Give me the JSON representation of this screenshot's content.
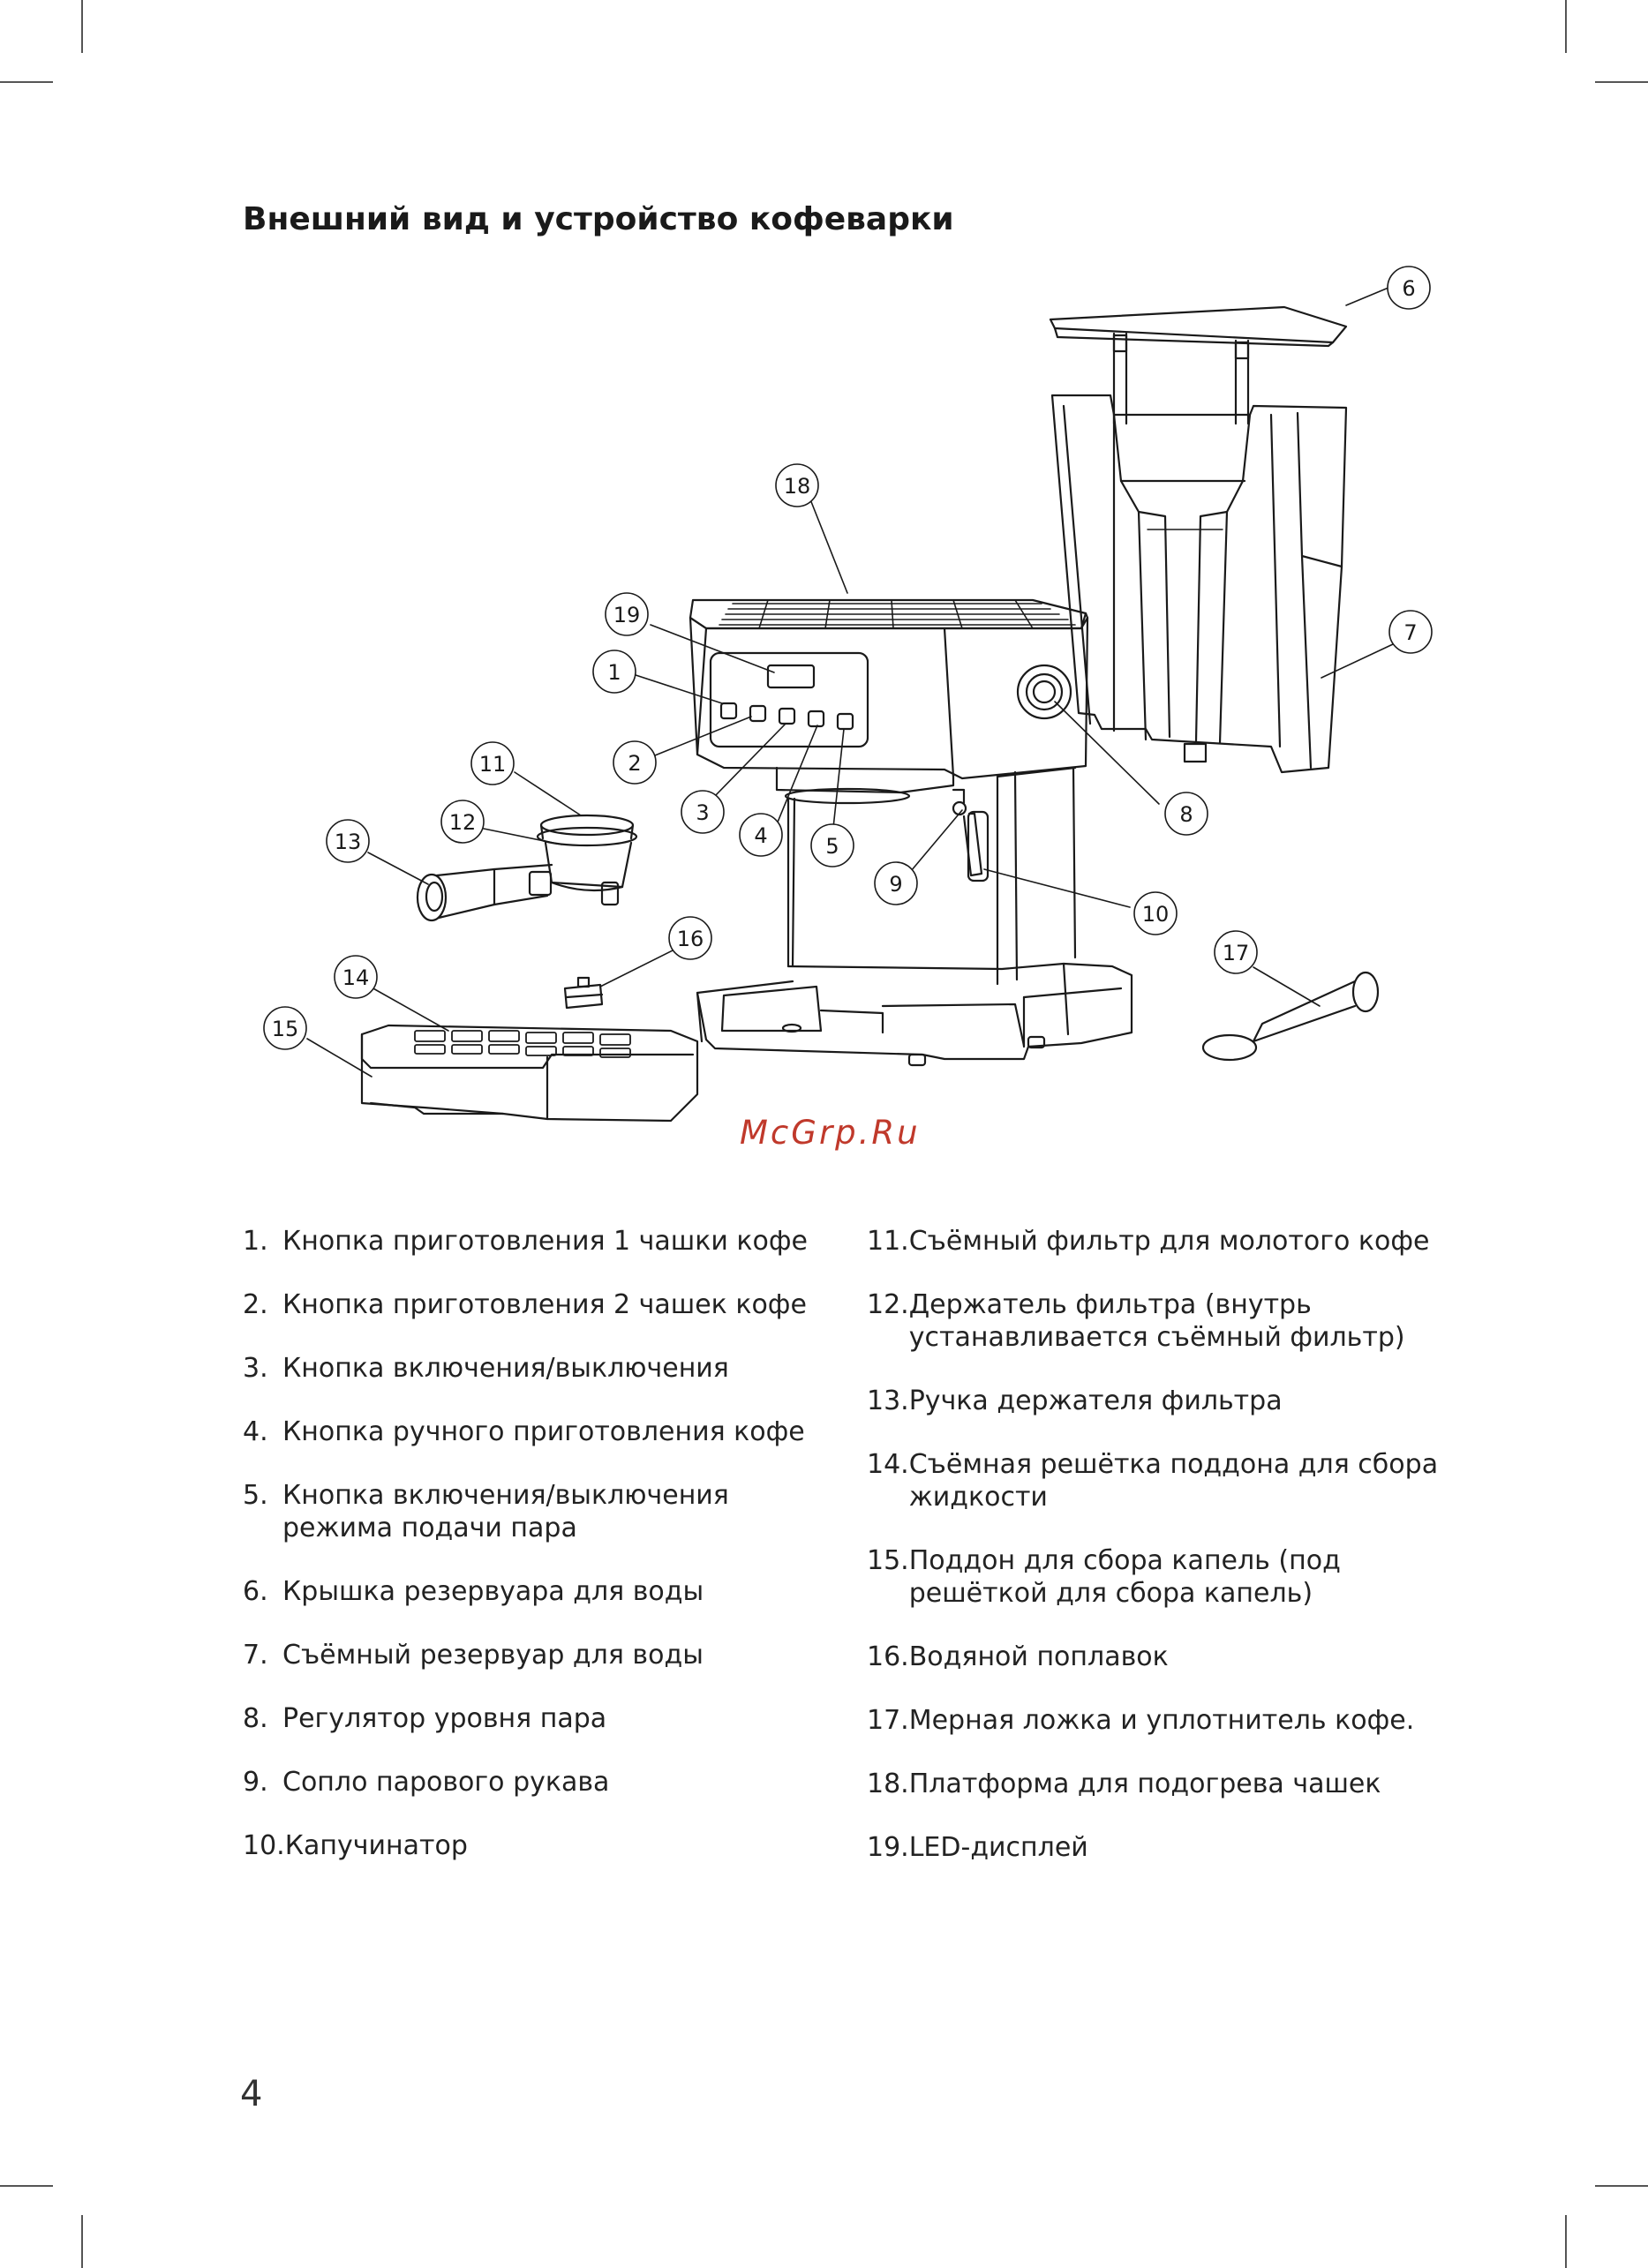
{
  "page": {
    "title": "Внешний вид и устройство кофеварки",
    "watermark": "McGrp.Ru",
    "page_number": "4"
  },
  "callouts": [
    "1",
    "2",
    "3",
    "4",
    "5",
    "6",
    "7",
    "8",
    "9",
    "10",
    "11",
    "12",
    "13",
    "14",
    "15",
    "16",
    "17",
    "18",
    "19"
  ],
  "legend": [
    {
      "num": "1.",
      "text": "Кнопка приготовления 1 чашки кофе"
    },
    {
      "num": "2.",
      "text": "Кнопка приготовления 2 чашек кофе"
    },
    {
      "num": "3.",
      "text": "Кнопка включения/выключения"
    },
    {
      "num": "4.",
      "text": "Кнопка ручного приготовления кофе"
    },
    {
      "num": "5.",
      "text": "Кнопка включения/выключения режима подачи пара"
    },
    {
      "num": "6.",
      "text": "Крышка резервуара для воды"
    },
    {
      "num": "7.",
      "text": "Съёмный резервуар для воды"
    },
    {
      "num": "8.",
      "text": "Регулятор уровня пара"
    },
    {
      "num": "9.",
      "text": "Сопло парового рукава"
    },
    {
      "num": "10.",
      "text": "Капучинатор"
    },
    {
      "num": "11.",
      "text": "Съёмный фильтр для молотого кофе"
    },
    {
      "num": "12.",
      "text": "Держатель фильтра (внутрь устанавливается съёмный фильтр)"
    },
    {
      "num": "13.",
      "text": "Ручка держателя фильтра"
    },
    {
      "num": "14.",
      "text": "Съёмная решётка поддона для сбора жидкости"
    },
    {
      "num": "15.",
      "text": "Поддон для сбора капель (под решёткой для сбора капель)"
    },
    {
      "num": "16.",
      "text": "Водяной поплавок"
    },
    {
      "num": "17.",
      "text": "Мерная ложка и уплотнитель кофе."
    },
    {
      "num": "18.",
      "text": "Платформа для подогрева чашек"
    },
    {
      "num": "19.",
      "text": "LED-дисплей"
    }
  ]
}
